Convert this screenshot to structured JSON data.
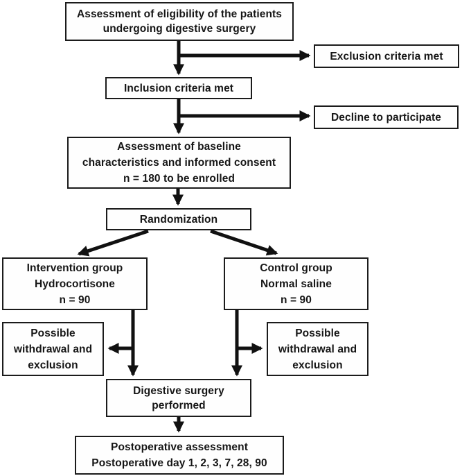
{
  "figure": {
    "title": "Patient flow diagram",
    "background_color": "#ffffff",
    "box_border_color": "#1b1b1b",
    "arrow_color": "#111111",
    "text_color": "#161616"
  },
  "boxes": {
    "eligibility": {
      "text": "Assessment of eligibility of the patients\nundergoing digestive surgery"
    },
    "exclusion": {
      "text": "Exclusion criteria met"
    },
    "inclusion": {
      "text": "Inclusion criteria met"
    },
    "decline": {
      "text": "Decline to participate"
    },
    "baseline": {
      "text": "Assessment of baseline\ncharacteristics and informed consent\nn = 180 to be enrolled"
    },
    "randomization": {
      "text": "Randomization"
    },
    "intervention": {
      "text": "Intervention group\nHydrocortisone\nn = 90"
    },
    "control": {
      "text": "Control group\nNormal saline\nn = 90"
    },
    "withdrawal_left": {
      "text": "Possible\nwithdrawal and\nexclusion"
    },
    "withdrawal_right": {
      "text": "Possible\nwithdrawal and\nexclusion"
    },
    "surgery": {
      "text": "Digestive surgery\nperformed"
    },
    "postop": {
      "text": "Postoperative assessment\nPostoperative day 1, 2, 3, 7, 28, 90"
    }
  }
}
